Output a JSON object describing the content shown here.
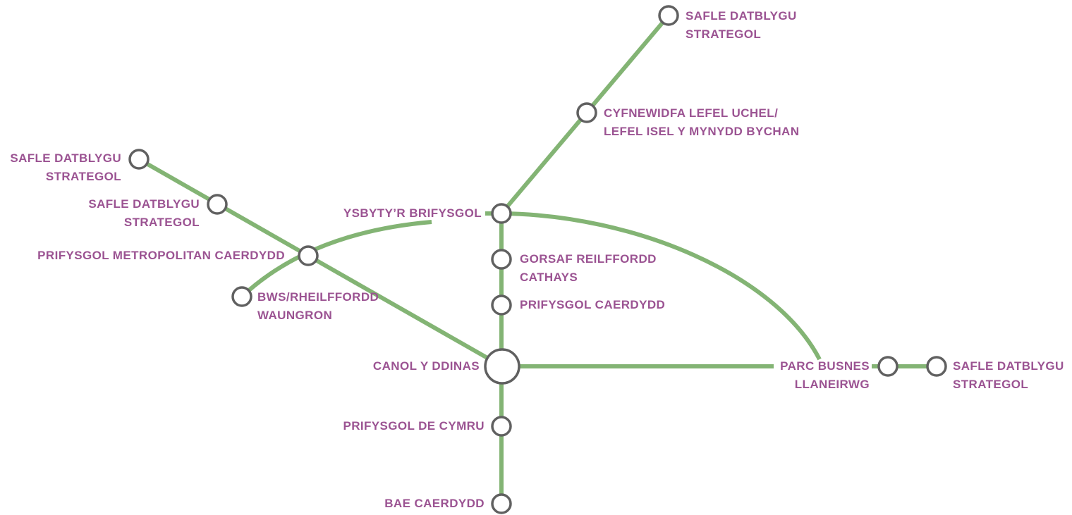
{
  "colors": {
    "line": "#83b474",
    "station_ring": "#606060",
    "station_fill": "#ffffff",
    "label": "#9b5392",
    "background": "#ffffff"
  },
  "stations": {
    "ne_terminus": [
      "SAFLE DATBLYGU",
      "STRATEGOL"
    ],
    "mynydd_bychan": [
      "CYFNEWIDFA LEFEL UCHEL/",
      "LEFEL ISEL Y MYNYDD BYCHAN"
    ],
    "nw_terminus": [
      "SAFLE DATBLYGU",
      "STRATEGOL"
    ],
    "nw_second": [
      "SAFLE DATBLYGU",
      "STRATEGOL"
    ],
    "met_caerdydd": [
      "PRIFYSGOL METROPOLITAN CAERDYDD"
    ],
    "waungron": [
      "BWS/RHEILFFORDD",
      "WAUNGRON"
    ],
    "ysbyty": [
      "YSBYTY’R BRIFYSGOL"
    ],
    "cathays": [
      "GORSAF REILFFORDD",
      "CATHAYS"
    ],
    "prifysgol_caerdydd": [
      "PRIFYSGOL CAERDYDD"
    ],
    "canol": [
      "CANOL Y DDINAS"
    ],
    "de_cymru": [
      "PRIFYSGOL DE CYMRU"
    ],
    "bae": [
      "BAE CAERDYDD"
    ],
    "llaneirwg": [
      "PARC BUSNES",
      "LLANEIRWG"
    ],
    "e_terminus": [
      "SAFLE DATBLYGU",
      "STRATEGOL"
    ]
  }
}
